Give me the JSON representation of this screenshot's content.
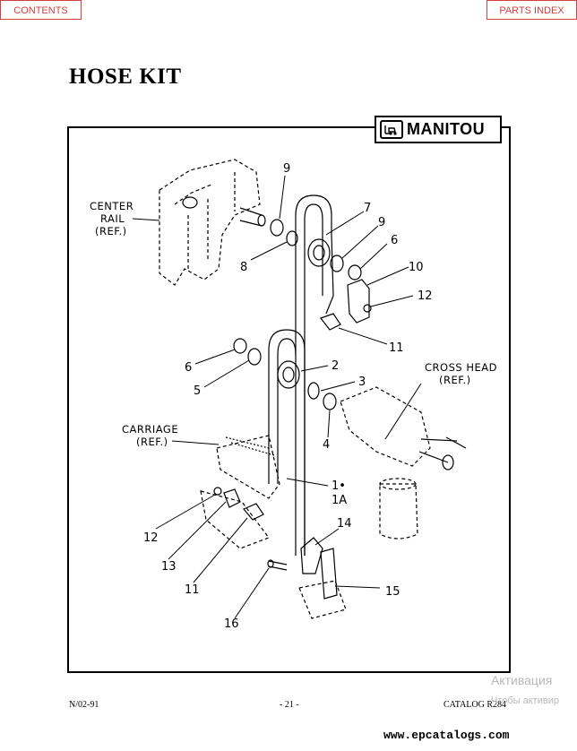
{
  "nav": {
    "contents_label": "CONTENTS",
    "parts_index_label": "PARTS INDEX"
  },
  "page": {
    "title": "HOSE KIT"
  },
  "logo": {
    "brand": "MANITOU"
  },
  "diagram": {
    "labels": {
      "center_rail": [
        "CENTER",
        "RAIL",
        "(REF.)"
      ],
      "carriage": [
        "CARRIAGE",
        "(REF.)"
      ],
      "cross_head": [
        "CROSS HEAD",
        "(REF.)"
      ]
    },
    "callouts": {
      "c1": "1•",
      "c1a": "1A",
      "c2": "2",
      "c3": "3",
      "c4": "4",
      "c5": "5",
      "c6a": "6",
      "c6b": "6",
      "c7": "7",
      "c8": "8",
      "c9a": "9",
      "c9b": "9",
      "c10": "10",
      "c11a": "11",
      "c11b": "11",
      "c12a": "12",
      "c12b": "12",
      "c13": "13",
      "c14": "14",
      "c15": "15",
      "c16": "16"
    }
  },
  "footer": {
    "left": "N/02-91",
    "center": "- 21 -",
    "right": "CATALOG R284"
  },
  "watermark": {
    "line1": "Активация",
    "line2": "Чтобы активир"
  },
  "site": {
    "url": "www.epcatalogs.com"
  }
}
